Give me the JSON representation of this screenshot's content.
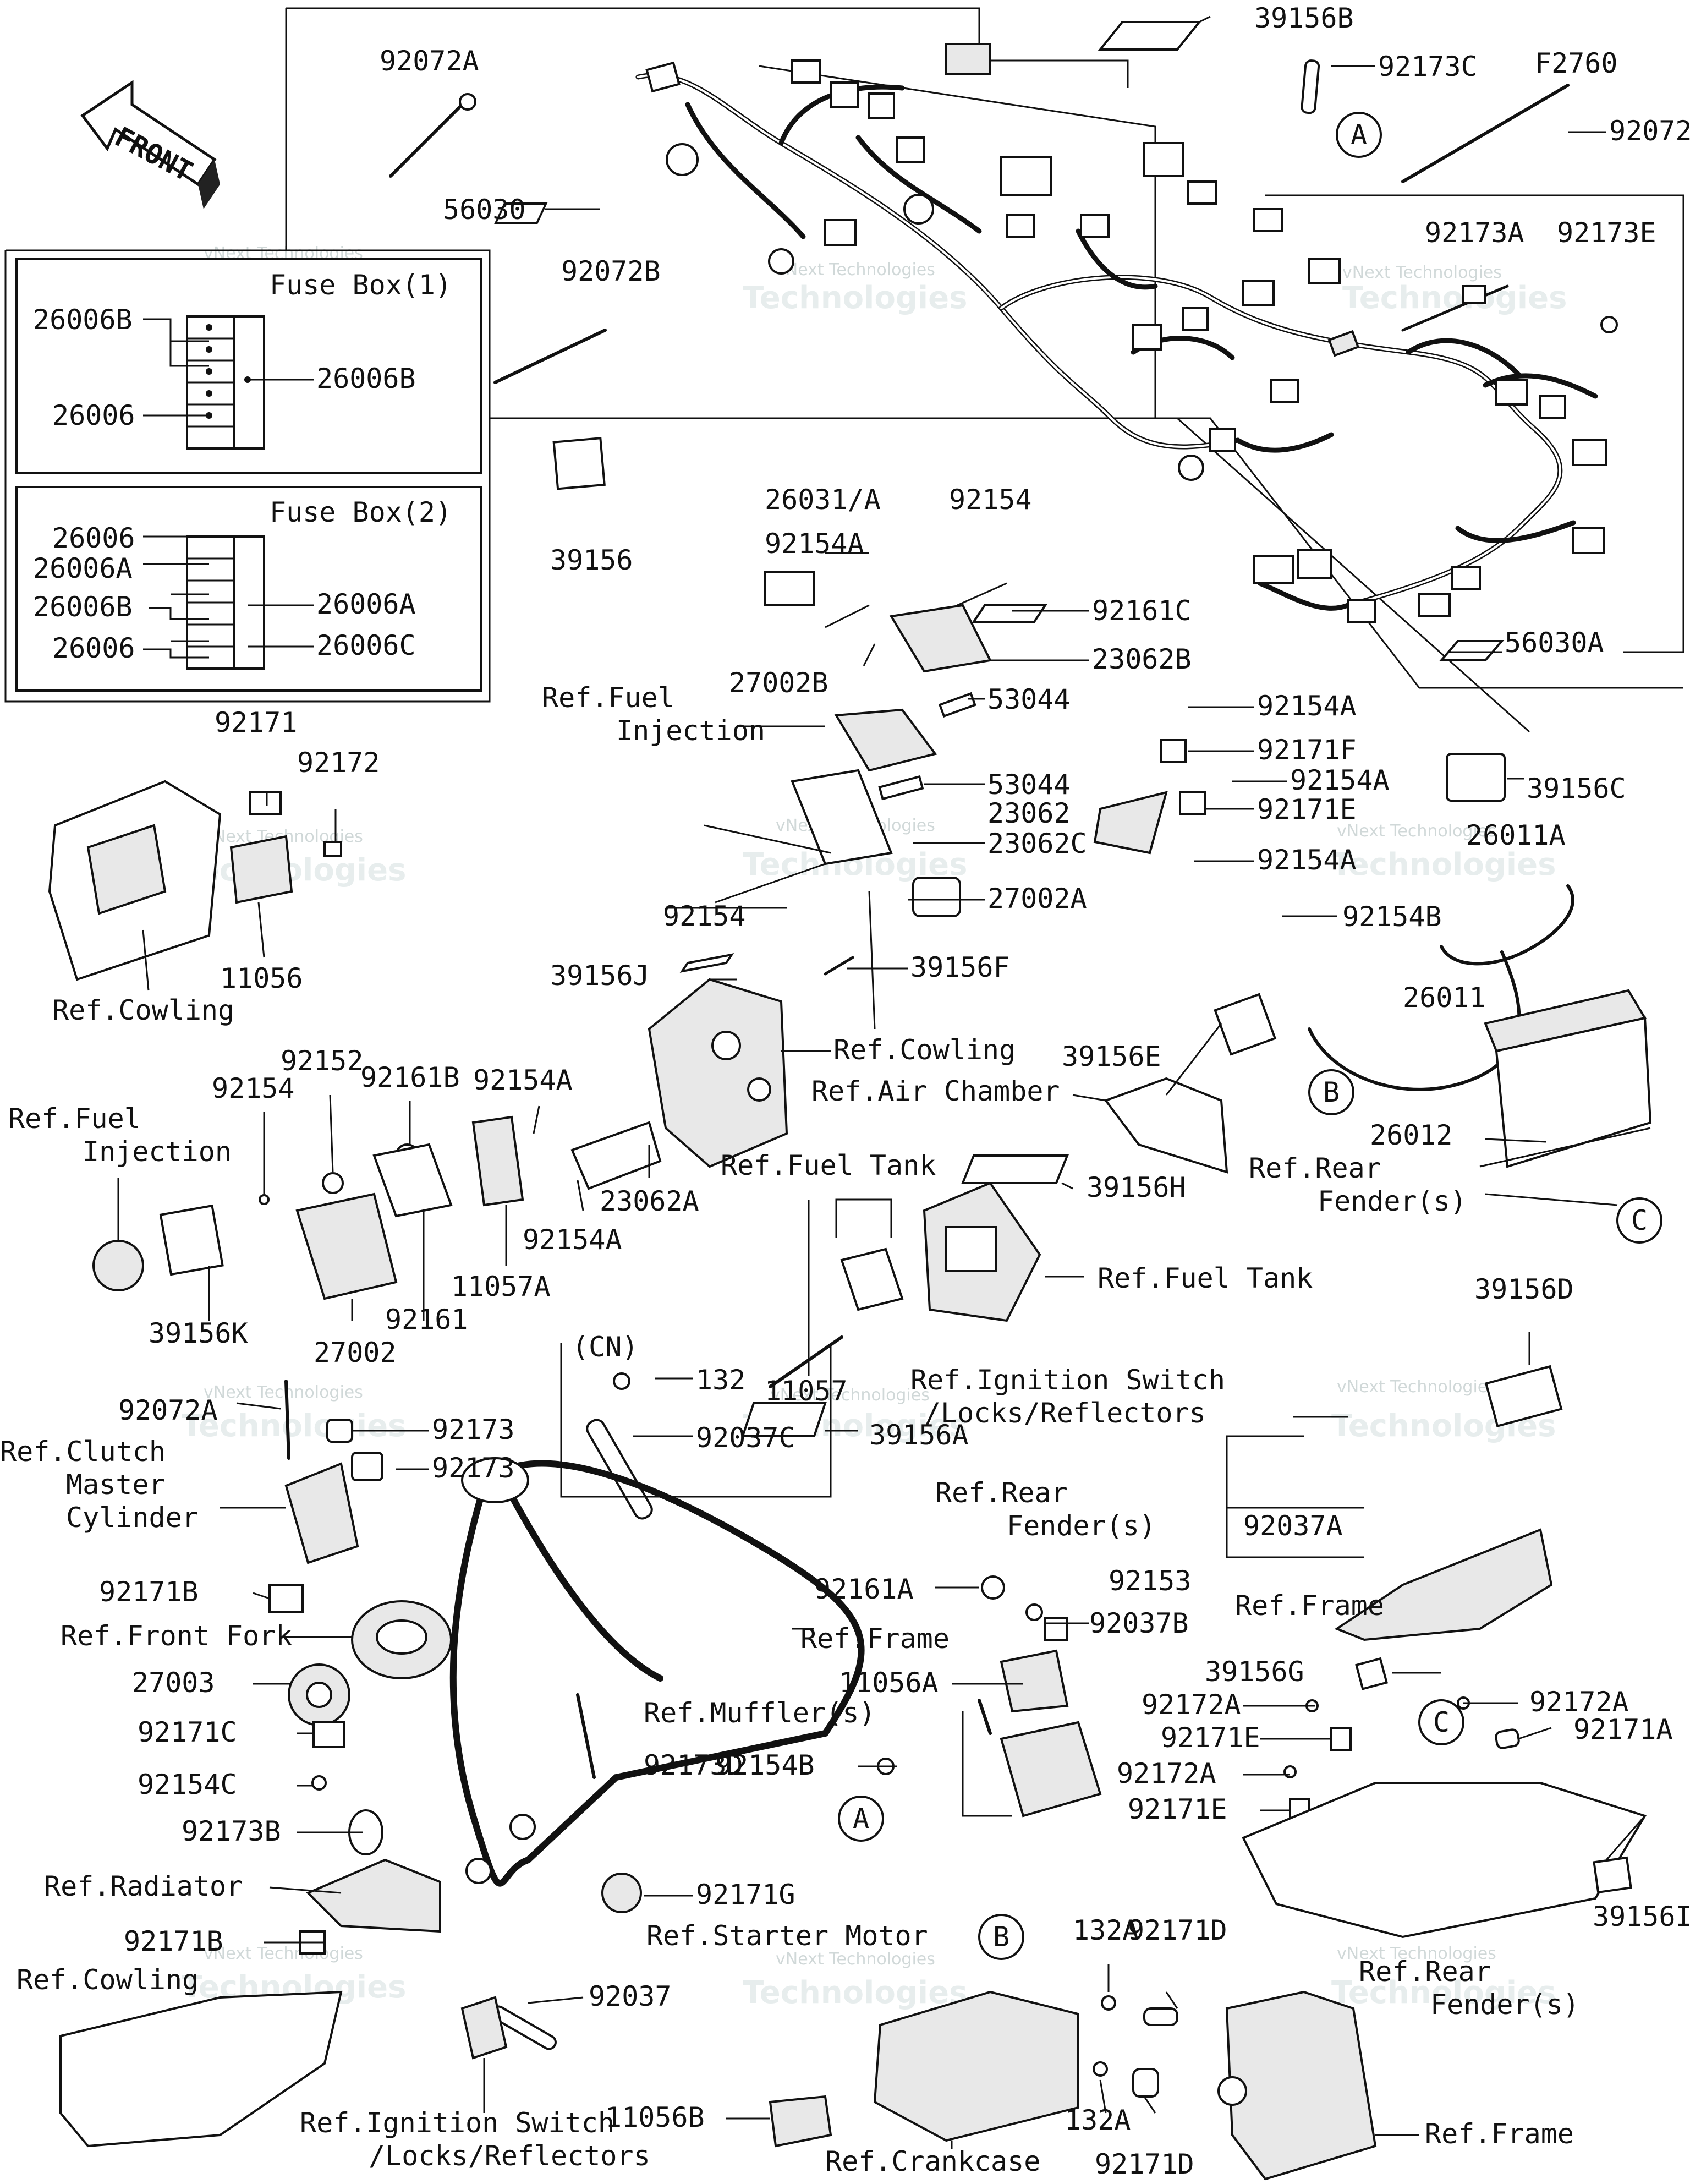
{
  "front_arrow_label": "FRONT",
  "fuse_box_1": {
    "title": "Fuse Box(1)",
    "labels": [
      "26006B",
      "26006",
      "26006B"
    ]
  },
  "fuse_box_2": {
    "title": "Fuse Box(2)",
    "labels": [
      "26006",
      "26006A",
      "26006B",
      "26006",
      "26006A",
      "26006C"
    ]
  },
  "callouts": [
    "A",
    "B",
    "C",
    "A",
    "B",
    "C"
  ],
  "watermark": "vNext Technologies",
  "parts": [
    "92072A",
    "56030",
    "92072B",
    "39156",
    "39156B",
    "92173C",
    "F2760",
    "92072",
    "92173A",
    "92173E",
    "26031/A",
    "92154",
    "92154A",
    "92161C",
    "23062B",
    "27002B",
    "53044",
    "Ref.Fuel",
    "Injection",
    "53044",
    "23062",
    "23062C",
    "92154",
    "27002A",
    "92154A",
    "92171F",
    "92154A",
    "92171E",
    "92154A",
    "39156C",
    "26011A",
    "92154B",
    "26011",
    "26012",
    "56030A",
    "92171",
    "92172",
    "11056",
    "Ref.Cowling",
    "39156J",
    "39156F",
    "Ref.Cowling",
    "Ref.Air Chamber",
    "39156E",
    "Ref.Rear",
    "Fender(s)",
    "92161B",
    "92152",
    "92154A",
    "92154",
    "23062A",
    "92154A",
    "11057A",
    "92161",
    "27002",
    "Ref.Fuel",
    "Injection",
    "39156K",
    "Ref.Fuel Tank",
    "39156H",
    "Ref.Fuel Tank",
    "39156D",
    "(CN)",
    "132",
    "11057",
    "92037C",
    "Ref.Ignition Switch",
    "/Locks/Reflectors",
    "92072A",
    "92173",
    "92173",
    "Ref.Clutch",
    "Master",
    "Cylinder",
    "92171B",
    "Ref.Front Fork",
    "27003",
    "92171C",
    "92154C",
    "Ref.Rear",
    "Fender(s)",
    "92037A",
    "39156A",
    "Ref.Frame",
    "92161A",
    "92153",
    "92037B",
    "Ref.Frame",
    "39156G",
    "11056A",
    "Ref.Muffler(s)",
    "92173D",
    "92154B",
    "92172A",
    "92171E",
    "92172A",
    "92171E",
    "92172A",
    "92171A",
    "92173B",
    "Ref.Radiator",
    "92171G",
    "Ref.Starter Motor",
    "Ref.Rear",
    "Fender(s)",
    "39156I",
    "92171B",
    "Ref.Cowling",
    "92037",
    "11056B",
    "132A",
    "92171D",
    "132A",
    "92171D",
    "Ref.Frame",
    "Ref.Ignition Switch",
    "/Locks/Reflectors",
    "Ref.Crankcase"
  ]
}
